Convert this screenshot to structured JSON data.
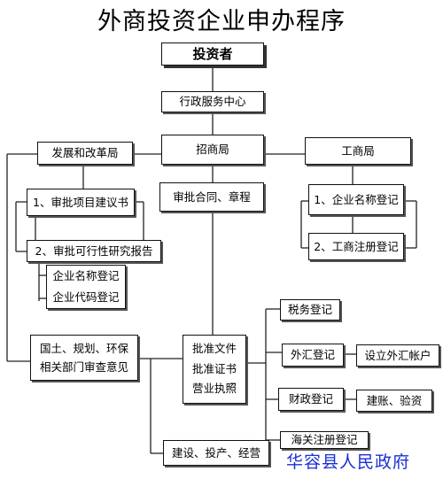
{
  "title": "外商投资企业申办程序",
  "investor": "投资者",
  "service_center": "行政服务中心",
  "development_bureau": "发展和改革局",
  "commerce_bureau": "招商局",
  "industry_bureau": "工商局",
  "step_project_proposal": "1、审批项目建议书",
  "step_contract": "审批合同、章程",
  "step_name_reg": "1、企业名称登记",
  "step_feasibility": "2、审批可行性研究报告",
  "step_industry_reg": "2、工商注册登记",
  "enterprise_reg": [
    "企业名称登记",
    "企业代码登记"
  ],
  "land_review": [
    "国土、规划、环保",
    "相关部门审查意见"
  ],
  "approval_docs": [
    "批准文件",
    "批准证书",
    "营业执照"
  ],
  "tax_reg": "税务登记",
  "forex_reg": "外汇登记",
  "forex_account": "设立外汇帐户",
  "finance_reg": "财政登记",
  "accounting": "建账、验资",
  "customs_reg": "海关注册登记",
  "construction": "建设、投产、经营",
  "footer": "华容县人民政府"
}
